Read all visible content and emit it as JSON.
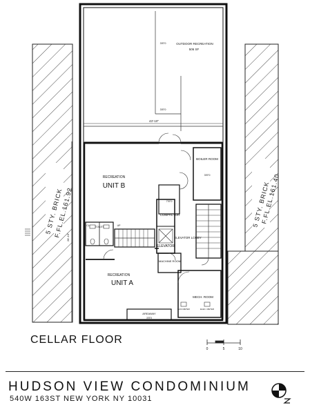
{
  "drawing": {
    "floor_title": "CELLAR FLOOR",
    "project_name": "HUDSON VIEW CONDOMINIUM",
    "project_address": "540W 163ST NEW YORK NY 10031"
  },
  "neighbors": {
    "left_building": "5 STY. BRICK",
    "left_elevation": "F.FL.EL.161.92",
    "right_building": "5 STY. BRICK",
    "right_elevation": "F.FL.EL.161.40"
  },
  "rooms": {
    "outdoor_recreation": "OUTDOOR RECREATION",
    "outdoor_area": "506 SF",
    "recreation_b_label": "RECREATION",
    "unit_b": "UNIT B",
    "recreation_a_label": "RECREATION",
    "unit_a": "UNIT A",
    "boiler_room": "BOILER ROOM",
    "compactor": "COMPACTOR",
    "elevator_lobby": "ELEVATOR LOBBY",
    "elevator": "ELEVATOR",
    "machine_room": "MACHINE ROOM",
    "mech_room": "MECH. ROOM",
    "gas_meter": "GAS METER",
    "elec_meter": "ELEC. METER",
    "areaway": "AREAWAY",
    "toilet": "TOILET",
    "closet": "CL.",
    "up": "UP"
  },
  "dimensions": {
    "width": "43'-10\"",
    "ceiling_outdoor_top": "3'8\"0",
    "ceiling_outdoor_mid": "3'8\"0",
    "ceiling_boiler": "3'8\"0",
    "ceiling_compactor": "7'8\"0",
    "ceiling_areaway": "3'8\"0",
    "side_dim": "28'-16\""
  },
  "scale_bar": {
    "ticks": [
      "0",
      "5",
      "10"
    ]
  }
}
